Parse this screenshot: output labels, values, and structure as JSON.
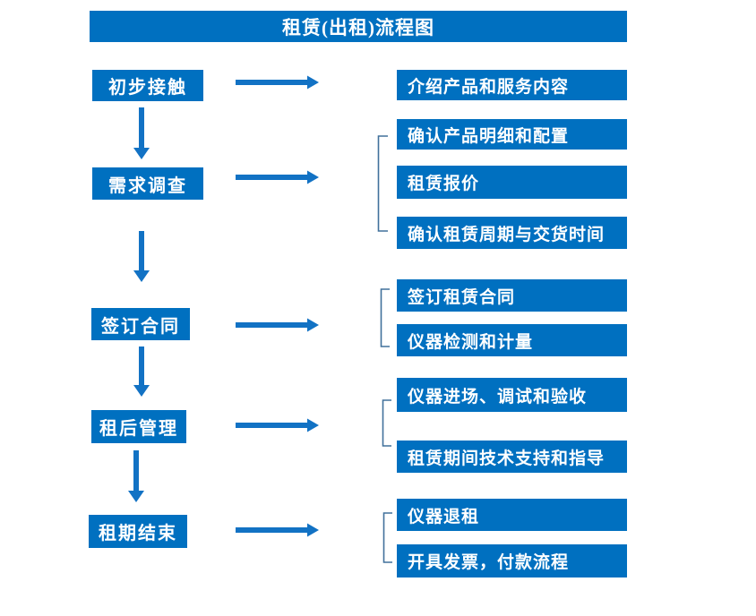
{
  "title": "租赁(出租)流程图",
  "colors": {
    "box": "#0070C0",
    "arrow": "#1272C4",
    "bracket": "#41719C",
    "text": "#FFFFFF",
    "background": "#FFFFFF"
  },
  "stages": [
    {
      "label": "初步接触",
      "details": [
        "介绍产品和服务内容"
      ]
    },
    {
      "label": "需求调查",
      "details": [
        "确认产品明细和配置",
        "租赁报价",
        "确认租赁周期与交货时间"
      ]
    },
    {
      "label": "签订合同",
      "details": [
        "签订租赁合同",
        "仪器检测和计量"
      ]
    },
    {
      "label": "租后管理",
      "details": [
        "仪器进场、调试和验收",
        "租赁期间技术支持和指导"
      ]
    },
    {
      "label": "租期结束",
      "details": [
        "仪器退租",
        "开具发票，付款流程"
      ]
    }
  ]
}
